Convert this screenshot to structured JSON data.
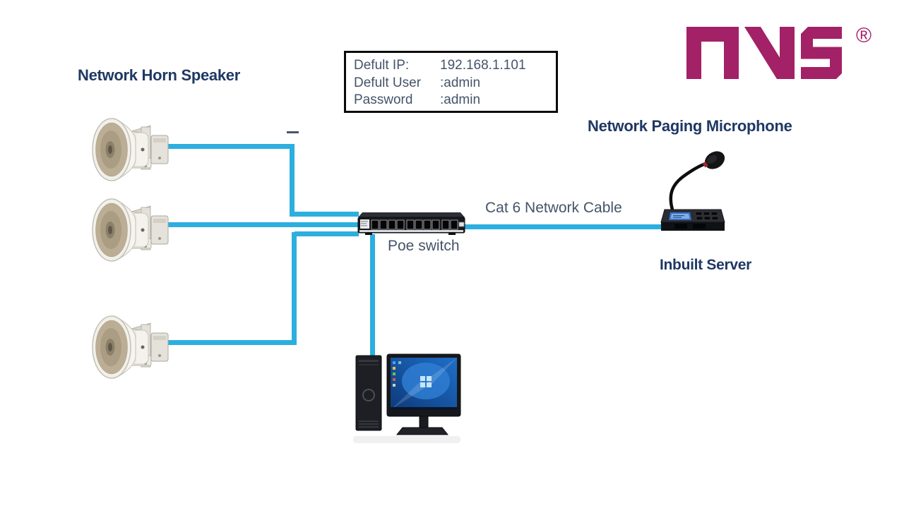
{
  "labels": {
    "horn_speaker": "Network Horn Speaker",
    "paging_microphone": "Network Paging Microphone",
    "cat6_cable": "Cat 6 Network Cable",
    "poe_switch": "Poe switch",
    "inbuilt_server": "Inbuilt Server"
  },
  "info_box": {
    "rows": [
      {
        "label": "Defult IP:",
        "value": "192.168.1.101"
      },
      {
        "label": "Defult User",
        "value": ":admin"
      },
      {
        "label": "Password",
        "value": ":admin"
      }
    ]
  },
  "logo": {
    "text": "NNS",
    "registered": "®"
  },
  "devices": {
    "speakers_count": 3,
    "speaker_icon": "horn-speaker",
    "switch_icon": "poe-switch",
    "computer_icon": "desktop-computer",
    "microphone_icon": "paging-microphone"
  },
  "colors": {
    "cable": "#2CAFDF",
    "heading": "#1F3864",
    "caption": "#44546A",
    "logo": "#A32166"
  }
}
